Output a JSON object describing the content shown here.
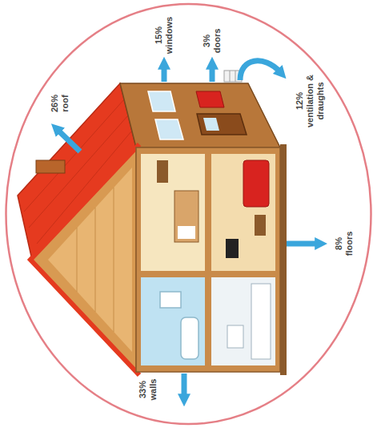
{
  "diagram": {
    "labels": [
      "15% windows",
      "3% doors",
      "26% roof",
      "12% ventilation & draughts",
      "8% floors",
      "33% walls"
    ]
  }
}
